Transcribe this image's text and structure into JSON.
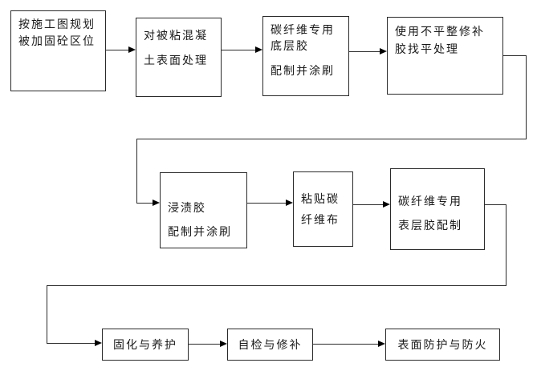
{
  "flowchart": {
    "type": "flowchart",
    "colors": {
      "line": "#2a2a2a",
      "arrow": "#000000",
      "background": "#ffffff",
      "text": "#1a1a1a"
    },
    "boxes": [
      {
        "id": "step-1",
        "lines": [
          "按施工图规划",
          "被加固砼区位"
        ]
      },
      {
        "id": "step-2",
        "lines": [
          "对被粘混凝",
          "土表面处理"
        ]
      },
      {
        "id": "step-3",
        "lines": [
          "碳纤维专用",
          "底层胶",
          "配制并涂刷"
        ]
      },
      {
        "id": "step-4",
        "lines": [
          "使用不平整修补",
          "胶找平处理"
        ]
      },
      {
        "id": "step-5",
        "lines": [
          "浸渍胶",
          "配制并涂刷"
        ]
      },
      {
        "id": "step-6",
        "lines": [
          "粘贴碳",
          "纤维布"
        ]
      },
      {
        "id": "step-7",
        "lines": [
          "碳纤维专用",
          "表层胶配制"
        ]
      },
      {
        "id": "step-8",
        "lines": [
          "固化与养护"
        ]
      },
      {
        "id": "step-9",
        "lines": [
          "自检与修补"
        ]
      },
      {
        "id": "step-10",
        "lines": [
          "表面防护与防火"
        ]
      }
    ],
    "edges": [
      "step-1>step-2",
      "step-2>step-3",
      "step-3>step-4",
      "step-4>step-5",
      "step-5>step-6",
      "step-6>step-7",
      "step-7>step-8",
      "step-8>step-9",
      "step-9>step-10"
    ]
  }
}
